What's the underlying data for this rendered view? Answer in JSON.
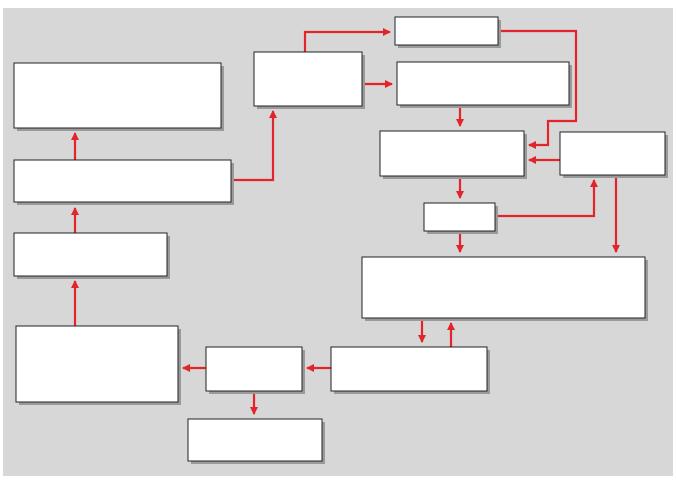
{
  "colors": {
    "panel": "#d7d7d7",
    "box_fill": "#ffffff",
    "box_stroke": "#222222",
    "shadow": "#9a9a9a",
    "arrow": "#e3242b"
  },
  "boxes": [
    {
      "id": "box-top-right-small",
      "label": ""
    },
    {
      "id": "box-mid-left-a",
      "label": ""
    },
    {
      "id": "box-mid-top-wide",
      "label": ""
    },
    {
      "id": "box-left-top-large",
      "label": ""
    },
    {
      "id": "box-center-right",
      "label": ""
    },
    {
      "id": "box-right-side",
      "label": ""
    },
    {
      "id": "box-left-wide",
      "label": ""
    },
    {
      "id": "box-small-center",
      "label": ""
    },
    {
      "id": "box-left-mid",
      "label": ""
    },
    {
      "id": "box-large-right",
      "label": ""
    },
    {
      "id": "box-bottom-left-large",
      "label": ""
    },
    {
      "id": "box-bottom-center",
      "label": ""
    },
    {
      "id": "box-bottom-right",
      "label": ""
    },
    {
      "id": "box-bottom-small",
      "label": ""
    }
  ],
  "connections": [
    {
      "from": "box-left-mid",
      "to": "box-left-wide"
    },
    {
      "from": "box-left-wide",
      "to": "box-left-top-large"
    },
    {
      "from": "box-bottom-left-large",
      "to": "box-left-mid"
    },
    {
      "from": "box-left-wide",
      "to": "box-mid-left-a"
    },
    {
      "from": "box-mid-left-a",
      "to": "box-top-right-small"
    },
    {
      "from": "box-mid-left-a",
      "to": "box-mid-top-wide"
    },
    {
      "from": "box-mid-top-wide",
      "to": "box-center-right"
    },
    {
      "from": "box-top-right-small",
      "to": "box-center-right"
    },
    {
      "from": "box-right-side",
      "to": "box-center-right"
    },
    {
      "from": "box-center-right",
      "to": "box-small-center"
    },
    {
      "from": "box-small-center",
      "to": "box-right-side"
    },
    {
      "from": "box-small-center",
      "to": "box-large-right"
    },
    {
      "from": "box-right-side",
      "to": "box-large-right"
    },
    {
      "from": "box-large-right",
      "to": "box-bottom-right"
    },
    {
      "from": "box-bottom-right",
      "to": "box-large-right"
    },
    {
      "from": "box-bottom-right",
      "to": "box-bottom-center"
    },
    {
      "from": "box-bottom-center",
      "to": "box-bottom-left-large"
    },
    {
      "from": "box-bottom-center",
      "to": "box-bottom-small"
    }
  ]
}
